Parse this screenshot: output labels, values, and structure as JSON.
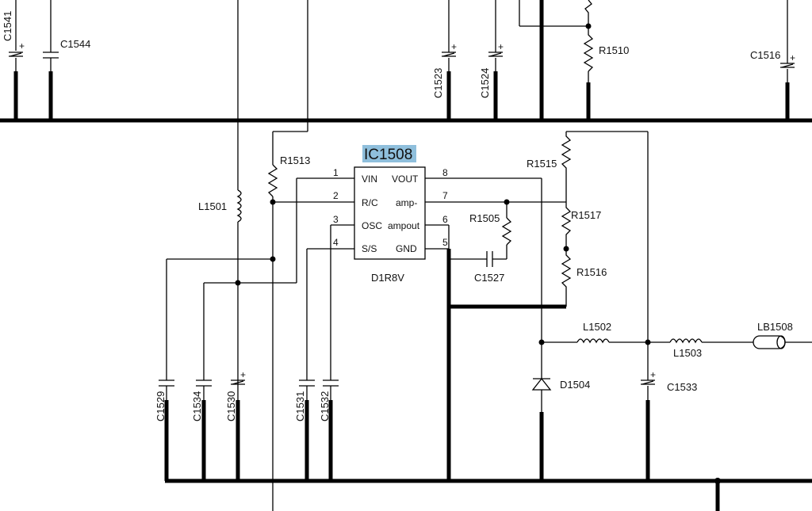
{
  "ic": {
    "name": "IC1508",
    "part": "D1R8V",
    "highlight_color": "#8fbfdc",
    "pins": [
      {
        "num": "1",
        "name": "VIN"
      },
      {
        "num": "2",
        "name": "R/C"
      },
      {
        "num": "3",
        "name": "OSC"
      },
      {
        "num": "4",
        "name": "S/S"
      },
      {
        "num": "8",
        "name": "VOUT"
      },
      {
        "num": "7",
        "name": "amp-"
      },
      {
        "num": "6",
        "name": "ampout"
      },
      {
        "num": "5",
        "name": "GND"
      }
    ]
  },
  "components": {
    "C1541": "C1541",
    "C1544": "C1544",
    "C1523": "C1523",
    "C1524": "C1524",
    "R1510": "R1510",
    "C1516": "C1516",
    "R1513": "R1513",
    "L1501": "L1501",
    "R1515": "R1515",
    "R1517": "R1517",
    "R1505": "R1505",
    "R1516": "R1516",
    "C1527": "C1527",
    "L1502": "L1502",
    "L1503": "L1503",
    "LB1508": "LB1508",
    "D1504": "D1504",
    "C1533": "C1533",
    "C1529": "C1529",
    "C1534": "C1534",
    "C1530": "C1530",
    "C1531": "C1531",
    "C1532": "C1532"
  },
  "polarity_mark": "+"
}
